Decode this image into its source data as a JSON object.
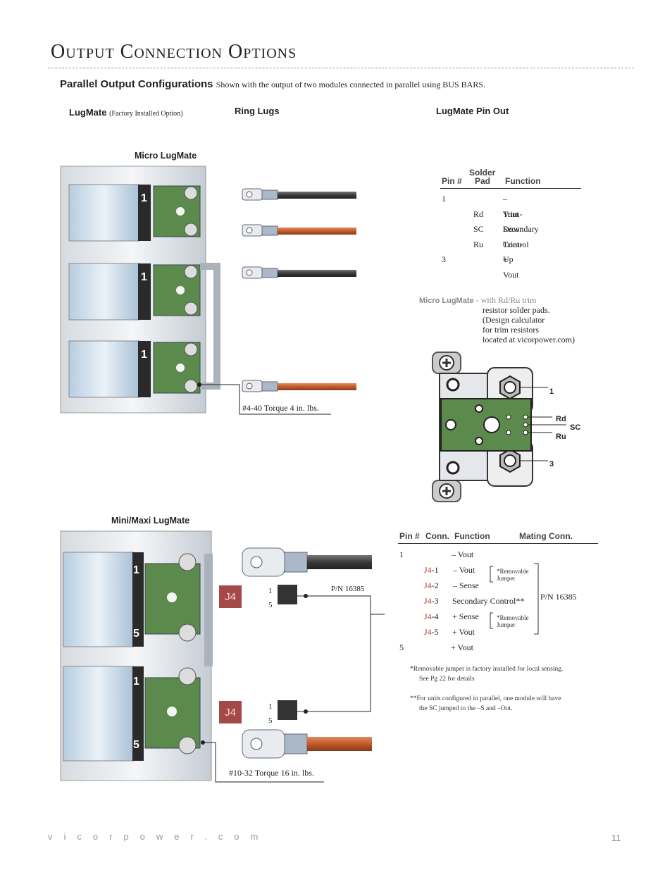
{
  "title": "Output Connection Options",
  "subheading": {
    "bold": "Parallel Output Configurations",
    "text": "Shown with the output of two modules connected in parallel using BUS BARS."
  },
  "columns": {
    "lugmate": "LugMate",
    "lugmate_note": "(Factory Installed Option)",
    "ring_lugs": "Ring Lugs",
    "pinout": "LugMate Pin Out"
  },
  "micro": {
    "label": "Micro LugMate",
    "module_numbers": [
      "1",
      "1",
      "1"
    ],
    "torque": "#4-40  Torque 4 in. lbs.",
    "table_headers": {
      "pin": "Pin #",
      "pad_top": "Solder",
      "pad": "Pad",
      "function": "Function"
    },
    "rows": [
      {
        "pin": "1",
        "pad": "",
        "function": "– Vout"
      },
      {
        "pin": "",
        "pad": "Rd",
        "function": "Trim-Down"
      },
      {
        "pin": "",
        "pad": "SC",
        "function": "Secondary Control"
      },
      {
        "pin": "",
        "pad": "Ru",
        "function": "Trim-Up"
      },
      {
        "pin": "3",
        "pad": "",
        "function": "+ Vout"
      }
    ],
    "caption_lead": "Micro LugMate",
    "caption_lines": [
      "- with Rd/Ru trim",
      "resistor solder pads.",
      "(Design calculator",
      "for trim resistors",
      "located at vicorpower.com)"
    ],
    "detail_labels": {
      "one": "1",
      "rd": "Rd",
      "sc": "SC",
      "ru": "Ru",
      "three": "3"
    }
  },
  "mini": {
    "label": "Mini/Maxi LugMate",
    "module_numbers": [
      "1",
      "5",
      "1",
      "5"
    ],
    "j4": "J4",
    "connector_pins": [
      "1",
      "5"
    ],
    "part_number": "P/N 16385",
    "torque": "#10-32  Torque 16 in. lbs.",
    "table_headers": {
      "pin": "Pin #",
      "conn": "Conn.",
      "function": "Function",
      "mating": "Mating Conn."
    },
    "rows": [
      {
        "pin": "1",
        "j": "",
        "num": "",
        "function": "– Vout"
      },
      {
        "pin": "",
        "j": "J4",
        "num": "-1",
        "function": "– Vout"
      },
      {
        "pin": "",
        "j": "J4",
        "num": "-2",
        "function": "– Sense"
      },
      {
        "pin": "",
        "j": "J4",
        "num": "-3",
        "function": "Secondary Control**"
      },
      {
        "pin": "",
        "j": "J4",
        "num": "-4",
        "function": "+ Sense"
      },
      {
        "pin": "",
        "j": "J4",
        "num": "-5",
        "function": "+ Vout"
      },
      {
        "pin": "5",
        "j": "",
        "num": "",
        "function": "+ Vout"
      }
    ],
    "jumper_note": [
      "*Removable",
      "Jumper"
    ],
    "mating_pn": "P/N 16385",
    "footnote1": [
      "*Removable jumper is factory installed for local sensing.",
      "See Pg 22 for details"
    ],
    "footnote2": [
      "**For units configured in parallel, one module will have",
      "the SC jumped to the –S and –Out."
    ]
  },
  "footer": {
    "url": "vicorpower.com",
    "page": "11"
  }
}
